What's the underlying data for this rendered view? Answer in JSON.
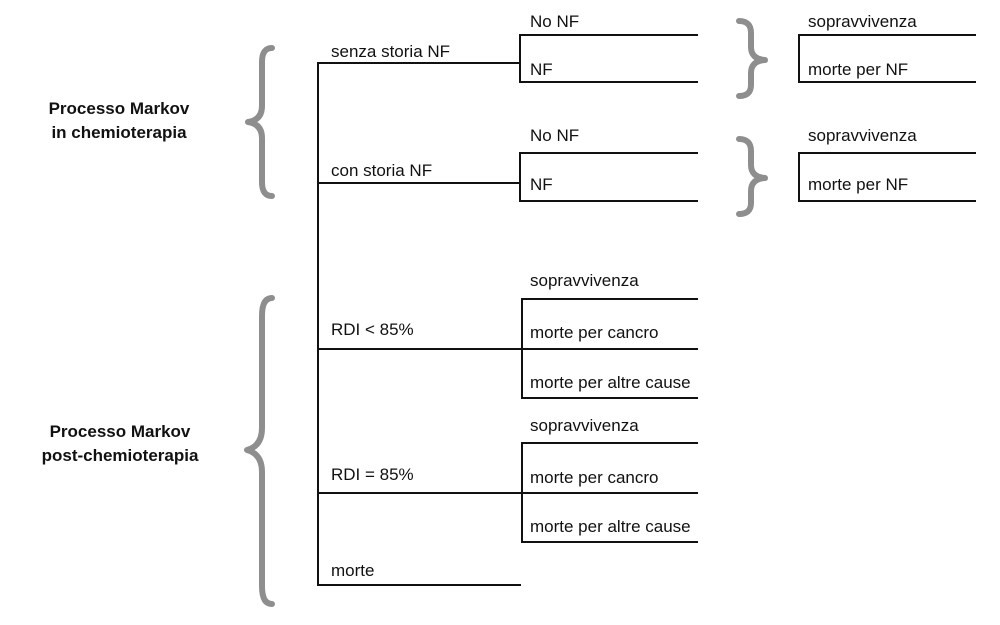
{
  "groups": {
    "chemo": {
      "line1": "Processo Markov",
      "line2": "in chemioterapia"
    },
    "post": {
      "line1": "Processo Markov",
      "line2": "post-chemioterapia"
    }
  },
  "branches": {
    "senza_storia": {
      "label": "senza storia NF",
      "outcomes": [
        "No NF",
        "NF"
      ],
      "results": [
        "sopravvivenza",
        "morte per NF"
      ]
    },
    "con_storia": {
      "label": "con storia NF",
      "outcomes": [
        "No NF",
        "NF"
      ],
      "results": [
        "sopravvivenza",
        "morte per NF"
      ]
    },
    "rdi_lt": {
      "label": "RDI < 85%",
      "outcomes": [
        "sopravvivenza",
        "morte per cancro",
        "morte per altre cause"
      ]
    },
    "rdi_eq": {
      "label": "RDI = 85%",
      "outcomes": [
        "sopravvivenza",
        "morte per cancro",
        "morte per altre cause"
      ]
    },
    "morte": {
      "label": "morte"
    }
  },
  "colors": {
    "line": "#111111",
    "brace": "#8e8e8e"
  }
}
